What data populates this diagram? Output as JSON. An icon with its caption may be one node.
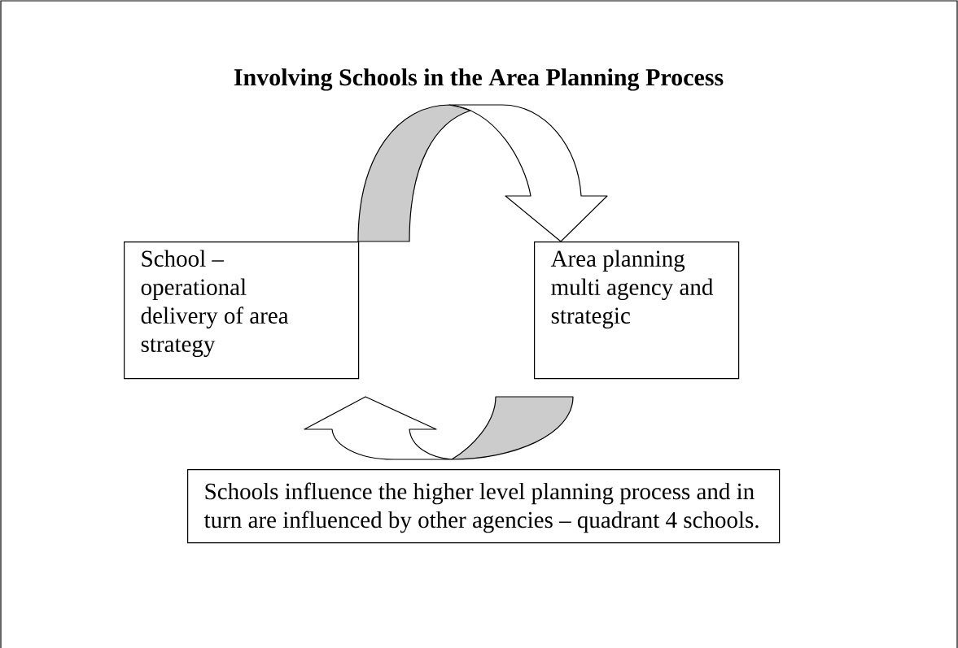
{
  "diagram": {
    "title": "Involving Schools in the Area Planning Process",
    "nodes": [
      {
        "text": [
          "School – operational delivery of area strategy"
        ]
      },
      {
        "text": [
          "Area planning multi agency and strategic"
        ]
      },
      {
        "text": [
          "Schools influence the higher level planning process and in turn are influenced by other agencies – quadrant 4 schools."
        ]
      }
    ],
    "edges": [
      {
        "from": 0,
        "to": 1,
        "arrow": "to"
      },
      {
        "from": 1,
        "to": 0,
        "arrow": "to"
      }
    ]
  }
}
